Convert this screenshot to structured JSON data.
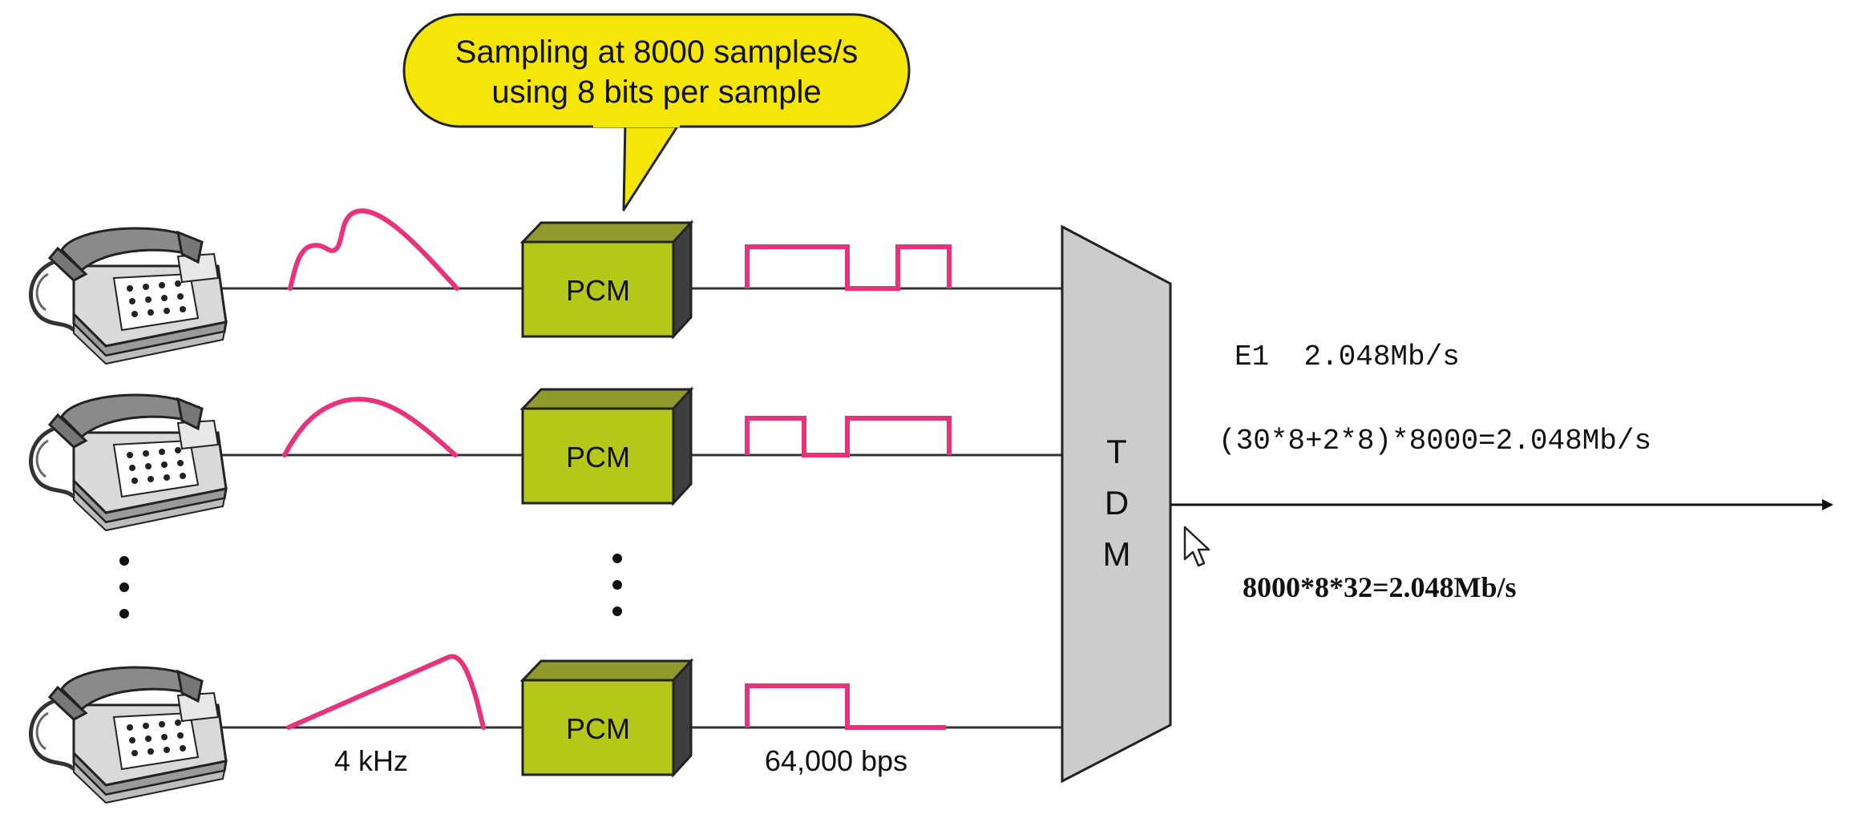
{
  "callout": {
    "line1": "Sampling at 8000 samples/s",
    "line2": "using 8 bits per sample"
  },
  "pcm_blocks": [
    {
      "label": "PCM"
    },
    {
      "label": "PCM"
    },
    {
      "label": "PCM"
    }
  ],
  "mux": {
    "letters": [
      "T",
      "D",
      "M"
    ]
  },
  "labels": {
    "analog_bandwidth": "4 kHz",
    "digital_rate": "64,000 bps"
  },
  "output": {
    "e1": "E1  2.048Mb/s",
    "formula1": "(30*8+2*8)*8000=2.048Mb/s",
    "formula2": "8000*8*32=2.048Mb/s"
  },
  "colors": {
    "signal": "#e8327c",
    "pcm_front": "#b5c719",
    "pcm_top": "#8f9a2a",
    "pcm_side": "#3e3e3e",
    "callout_fill": "#f5e60a",
    "mux_fill": "#cccccc",
    "line": "#333333"
  },
  "icons": [
    "telephone-icon",
    "mouse-cursor-icon",
    "vertical-ellipsis-icon"
  ]
}
